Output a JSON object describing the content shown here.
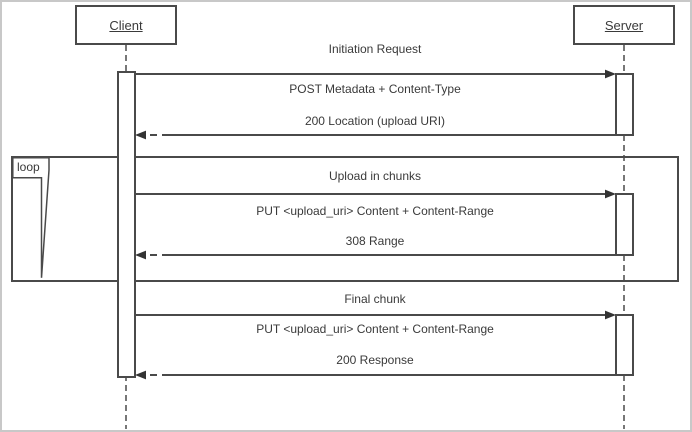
{
  "diagram": {
    "type": "uml-sequence",
    "actors": [
      {
        "label": "Client"
      },
      {
        "label": "Server"
      }
    ],
    "sections": [
      {
        "title": "Initiation Request",
        "request": "POST Metadata + Content-Type",
        "response": "200 Location (upload URI)"
      },
      {
        "title": "Upload in chunks",
        "request": "PUT <upload_uri> Content + Content-Range",
        "response": "308 Range",
        "frame": "loop"
      },
      {
        "title": "Final chunk",
        "request": "PUT <upload_uri> Content + Content-Range",
        "response": "200 Response"
      }
    ],
    "loop_label": "loop",
    "colors": {
      "line": "#4a4a4a",
      "text": "#3a3a3a",
      "background": "#ffffff",
      "canvas_border": "#c8c8c8"
    }
  }
}
